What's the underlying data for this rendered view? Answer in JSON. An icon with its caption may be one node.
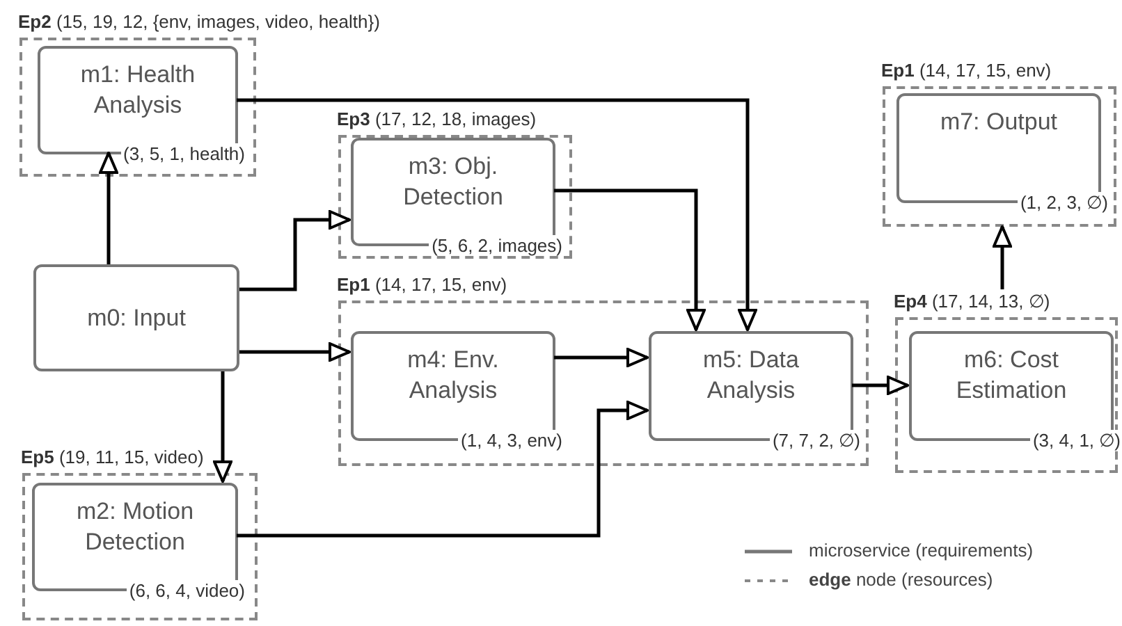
{
  "diagram": {
    "nodes": [
      {
        "text": [
          "**Ep2** (15, 19, 12, {env, images, video, health})"
        ]
      },
      {
        "text": [
          "m1: Health Analysis",
          "(3, 5, 1, health)"
        ],
        "in": 0
      },
      {
        "text": [
          "**Ep1** (14, 17, 15, env)"
        ]
      },
      {
        "text": [
          "m7: Output",
          "(1, 2, 3, ∅)"
        ],
        "in": 2
      },
      {
        "text": [
          "**Ep3** (17, 12, 18, images)"
        ]
      },
      {
        "text": [
          "m3: Obj. Detection",
          "(5, 6, 2, images)"
        ],
        "in": 4
      },
      {
        "text": [
          "m0: Input"
        ]
      },
      {
        "text": [
          "**Ep1** (14, 17, 15, env)"
        ]
      },
      {
        "text": [
          "m4: Env. Analysis",
          "(1, 4, 3, env)"
        ],
        "in": 7
      },
      {
        "text": [
          "m5: Data Analysis",
          "(7, 7, 2, ∅)"
        ],
        "in": 7
      },
      {
        "text": [
          "**Ep4** (17, 14, 13, ∅)"
        ]
      },
      {
        "text": [
          "m6: Cost Estimation",
          "(3, 4, 1, ∅)"
        ],
        "in": 10
      },
      {
        "text": [
          "**Ep5** (19, 11, 15, video)"
        ]
      },
      {
        "text": [
          "m2: Motion Detection",
          "(6, 6, 4, video)"
        ],
        "in": 12
      }
    ],
    "edges": [
      {
        "from": 6,
        "to": 1,
        "arrow": "to"
      },
      {
        "from": 6,
        "to": 5,
        "arrow": "to"
      },
      {
        "from": 6,
        "to": 8,
        "arrow": "to"
      },
      {
        "from": 6,
        "to": 13,
        "arrow": "to"
      },
      {
        "from": 1,
        "to": 9,
        "arrow": "to"
      },
      {
        "from": 5,
        "to": 9,
        "arrow": "to"
      },
      {
        "from": 8,
        "to": 9,
        "arrow": "to"
      },
      {
        "from": 13,
        "to": 9,
        "arrow": "to"
      },
      {
        "from": 9,
        "to": 11,
        "arrow": "to"
      },
      {
        "from": 10,
        "to": 2,
        "arrow": "to"
      }
    ],
    "legend": [
      {
        "text": "microservice (requirements)"
      },
      {
        "text": "**edge** node (resources)"
      }
    ]
  }
}
